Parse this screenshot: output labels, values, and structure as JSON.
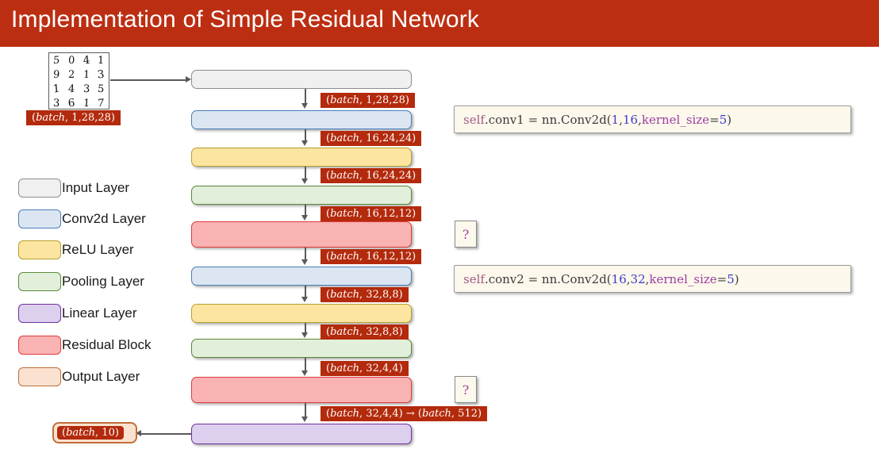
{
  "header": {
    "title": "Implementation of Simple Residual Network",
    "bar_color": "#bc2e12"
  },
  "input_image": {
    "name": "mnist-digit-grid",
    "rows": [
      [
        "5",
        "0",
        "4",
        "1"
      ],
      [
        "9",
        "2",
        "1",
        "3"
      ],
      [
        "1",
        "4",
        "3",
        "5"
      ],
      [
        "3",
        "6",
        "1",
        "7"
      ]
    ],
    "shape_label": "(batch, 1,28,28)"
  },
  "legend": {
    "items": [
      {
        "label": "Input Layer",
        "fill": "#f0f0f0",
        "border": "#8c8c8c"
      },
      {
        "label": "Conv2d Layer",
        "fill": "#dce6f2",
        "border": "#4a7ebb"
      },
      {
        "label": "ReLU Layer",
        "fill": "#fce5a0",
        "border": "#b8a030"
      },
      {
        "label": "Pooling Layer",
        "fill": "#e2efda",
        "border": "#5a8a3a"
      },
      {
        "label": "Linear Layer",
        "fill": "#ddd0ee",
        "border": "#7030a0"
      },
      {
        "label": "Residual Block",
        "fill": "#f9b3b3",
        "border": "#e03a3a"
      },
      {
        "label": "Output Layer",
        "fill": "#fbe2d0",
        "border": "#c0703a"
      }
    ]
  },
  "flow": {
    "blocks": [
      {
        "type": "Input Layer",
        "fill": "#f0f0f0",
        "border": "#8c8c8c"
      },
      {
        "type": "Conv2d Layer",
        "fill": "#dce6f2",
        "border": "#4a7ebb"
      },
      {
        "type": "ReLU Layer",
        "fill": "#fce5a0",
        "border": "#b8a030"
      },
      {
        "type": "Pooling Layer",
        "fill": "#e2efda",
        "border": "#5a8a3a"
      },
      {
        "type": "Residual Block",
        "fill": "#f9b3b3",
        "border": "#e03a3a"
      },
      {
        "type": "Conv2d Layer",
        "fill": "#dce6f2",
        "border": "#4a7ebb"
      },
      {
        "type": "ReLU Layer",
        "fill": "#fce5a0",
        "border": "#b8a030"
      },
      {
        "type": "Pooling Layer",
        "fill": "#e2efda",
        "border": "#5a8a3a"
      },
      {
        "type": "Residual Block",
        "fill": "#f9b3b3",
        "border": "#e03a3a"
      },
      {
        "type": "Linear Layer",
        "fill": "#ddd0ee",
        "border": "#7030a0"
      }
    ],
    "shape_tags": [
      "(batch, 1,28,28)",
      "(batch, 16,24,24)",
      "(batch, 16,24,24)",
      "(batch, 16,12,12)",
      "(batch, 16,12,12)",
      "(batch, 32,8,8)",
      "(batch, 32,8,8)",
      "(batch, 32,4,4)",
      "(batch, 32,4,4) → (batch, 512)"
    ],
    "output_shape": "(batch, 10)"
  },
  "code_boxes": [
    {
      "name": "conv1",
      "full_text": "self.conv1 = nn.Conv2d(1,  16,  kernel_size=5)",
      "tokens": [
        {
          "t": "self",
          "c": "self"
        },
        {
          "t": ".conv1 = nn.Conv2d(",
          "c": "plain"
        },
        {
          "t": "1",
          "c": "num"
        },
        {
          "t": ",  ",
          "c": "plain"
        },
        {
          "t": "16",
          "c": "num"
        },
        {
          "t": ",  ",
          "c": "plain"
        },
        {
          "t": "kernel_size",
          "c": "kw"
        },
        {
          "t": "=",
          "c": "plain"
        },
        {
          "t": "5",
          "c": "num"
        },
        {
          "t": ")",
          "c": "plain"
        }
      ]
    },
    {
      "name": "conv2",
      "full_text": "self.conv2 = nn.Conv2d(16,  32,  kernel_size=5)",
      "tokens": [
        {
          "t": "self",
          "c": "self"
        },
        {
          "t": ".conv2 = nn.Conv2d(",
          "c": "plain"
        },
        {
          "t": "16",
          "c": "num"
        },
        {
          "t": ",  ",
          "c": "plain"
        },
        {
          "t": "32",
          "c": "num"
        },
        {
          "t": ",  ",
          "c": "plain"
        },
        {
          "t": "kernel_size",
          "c": "kw"
        },
        {
          "t": "=",
          "c": "plain"
        },
        {
          "t": "5",
          "c": "num"
        },
        {
          "t": ")",
          "c": "plain"
        }
      ]
    }
  ],
  "question_boxes": [
    {
      "label": "?"
    },
    {
      "label": "?"
    }
  ]
}
